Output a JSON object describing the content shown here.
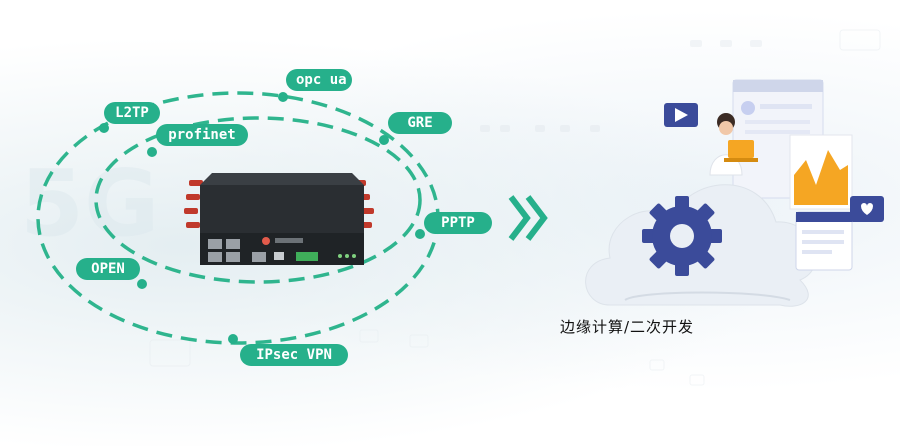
{
  "protocols": {
    "opc_ua": "opc ua",
    "l2tp": "L2TP",
    "profinet": "profinet",
    "gre": "GRE",
    "pptp": "PPTP",
    "open": "OPEN",
    "ipsec_vpn": "IPsec VPN"
  },
  "caption": "边缘计算/二次开发",
  "colors": {
    "accent": "#26b08b",
    "ring": "#2fb58e",
    "device_body": "#1f2326",
    "antenna": "#c0392b",
    "cloud": "#e9eef4",
    "gear": "#3b4b9a"
  },
  "icons": [
    "router-device",
    "double-chevron-right",
    "cloud-icon",
    "gear-icon",
    "person-laptop-icon",
    "play-icon",
    "chart-panel-icon"
  ]
}
